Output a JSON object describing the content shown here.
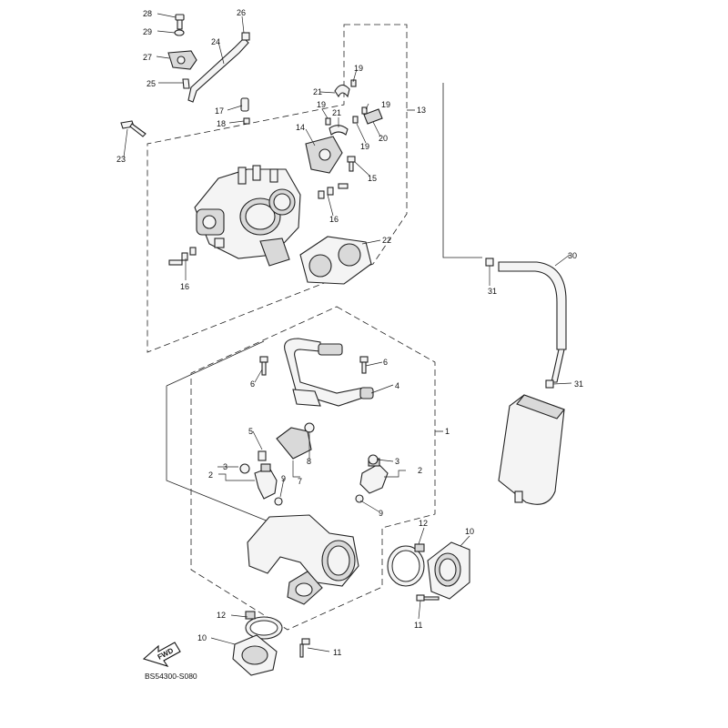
{
  "diagram": {
    "code": "BS54300-S080",
    "fwd_label": "FWD",
    "callouts": [
      {
        "id": "c28",
        "label": "28"
      },
      {
        "id": "c29",
        "label": "29"
      },
      {
        "id": "c26",
        "label": "26"
      },
      {
        "id": "c24",
        "label": "24"
      },
      {
        "id": "c27",
        "label": "27"
      },
      {
        "id": "c25",
        "label": "25"
      },
      {
        "id": "c19a",
        "label": "19"
      },
      {
        "id": "c21a",
        "label": "21"
      },
      {
        "id": "c19b",
        "label": "19"
      },
      {
        "id": "c17",
        "label": "17"
      },
      {
        "id": "c18",
        "label": "18"
      },
      {
        "id": "c19c",
        "label": "19"
      },
      {
        "id": "c21b",
        "label": "21"
      },
      {
        "id": "c13",
        "label": "13"
      },
      {
        "id": "c20",
        "label": "20"
      },
      {
        "id": "c19d",
        "label": "19"
      },
      {
        "id": "c14",
        "label": "14"
      },
      {
        "id": "c23",
        "label": "23"
      },
      {
        "id": "c15",
        "label": "15"
      },
      {
        "id": "c16a",
        "label": "16"
      },
      {
        "id": "c22",
        "label": "22"
      },
      {
        "id": "c16b",
        "label": "16"
      },
      {
        "id": "c30",
        "label": "30"
      },
      {
        "id": "c31a",
        "label": "31"
      },
      {
        "id": "c6a",
        "label": "6"
      },
      {
        "id": "c6b",
        "label": "6"
      },
      {
        "id": "c4",
        "label": "4"
      },
      {
        "id": "c31b",
        "label": "31"
      },
      {
        "id": "c1",
        "label": "1"
      },
      {
        "id": "c5",
        "label": "5"
      },
      {
        "id": "c8",
        "label": "8"
      },
      {
        "id": "c7",
        "label": "7"
      },
      {
        "id": "c3a",
        "label": "3"
      },
      {
        "id": "c2a",
        "label": "2"
      },
      {
        "id": "c9a",
        "label": "9"
      },
      {
        "id": "c3b",
        "label": "3"
      },
      {
        "id": "c2b",
        "label": "2"
      },
      {
        "id": "c9b",
        "label": "9"
      },
      {
        "id": "c12a",
        "label": "12"
      },
      {
        "id": "c10a",
        "label": "10"
      },
      {
        "id": "c11a",
        "label": "11"
      },
      {
        "id": "c12b",
        "label": "12"
      },
      {
        "id": "c10b",
        "label": "10"
      },
      {
        "id": "c11b",
        "label": "11"
      }
    ]
  }
}
